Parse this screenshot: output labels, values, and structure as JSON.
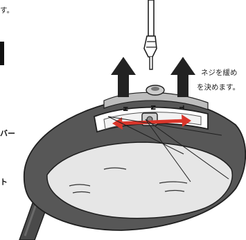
{
  "instructions": {
    "line_top": "す。",
    "line_a": "ネジを緩め",
    "line_b": "を決めます。"
  },
  "labels": {
    "lever_label": "バー",
    "weight_label": "ト"
  },
  "scale_marks": {
    "left": "H",
    "center": "N",
    "right": "T"
  },
  "colors": {
    "head": "#575757",
    "head_dark": "#3c3c3c",
    "sole": "#e6e6e6",
    "arrow_up": "#222222",
    "arrow_slide": "#d9362b"
  },
  "icons": {
    "screwdriver": "torx-screwdriver-icon",
    "up_arrow": "up-arrow-icon",
    "slide_arrow": "double-arrow-icon"
  }
}
